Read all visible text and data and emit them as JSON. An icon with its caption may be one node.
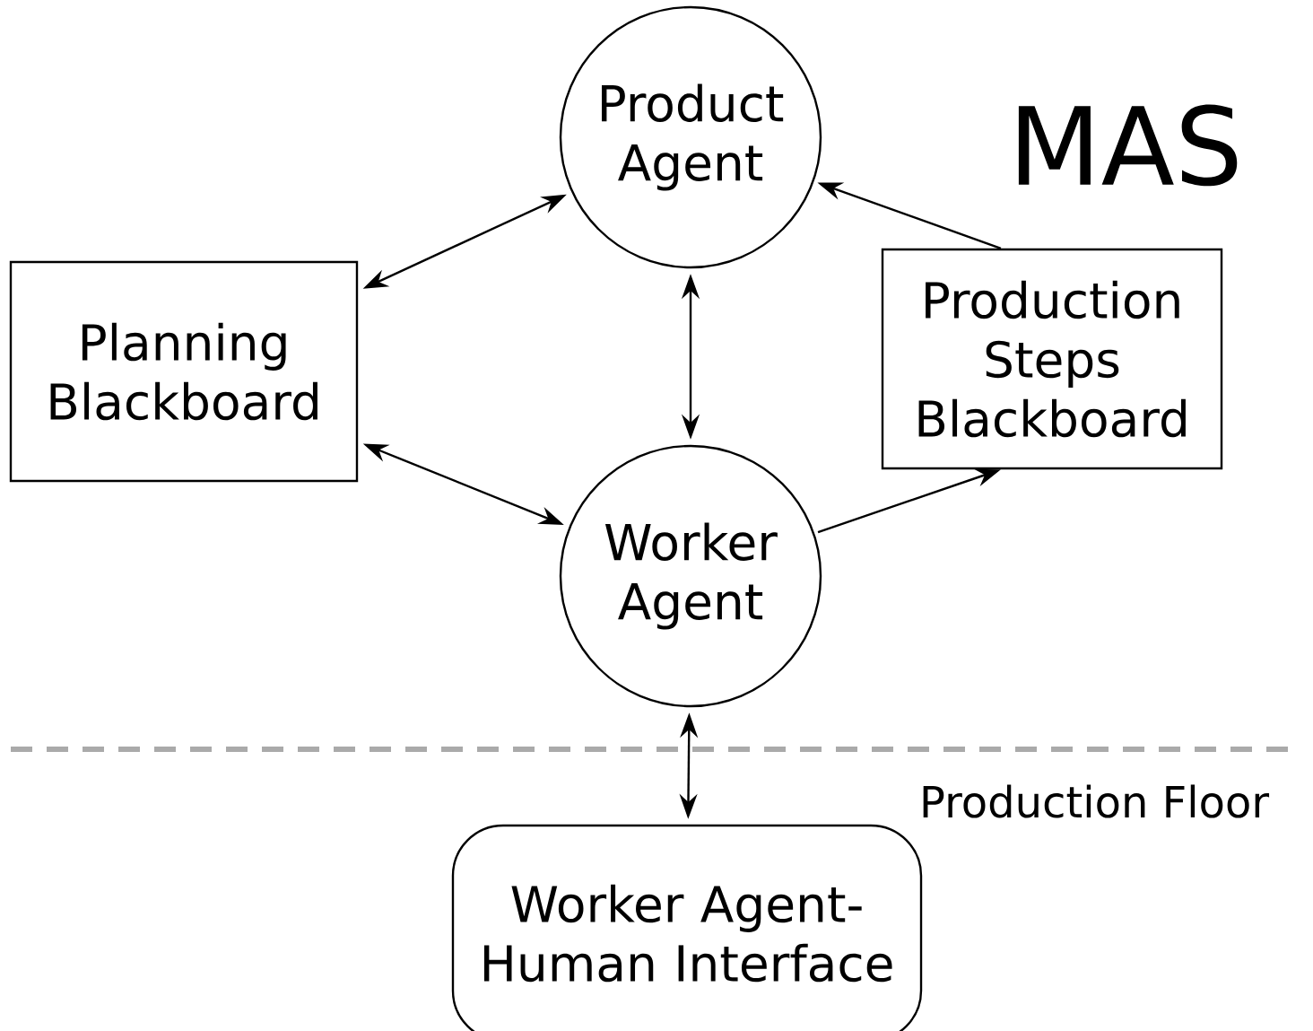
{
  "diagram": {
    "nodes": [
      {
        "text": [
          "Product Agent"
        ]
      },
      {
        "text": [
          "Planning Blackboard"
        ]
      },
      {
        "text": [
          "Production Steps Blackboard"
        ]
      },
      {
        "text": [
          "Worker Agent"
        ]
      },
      {
        "text": [
          "Worker Agent-Human Interface"
        ]
      }
    ],
    "edges": [
      {
        "from": 1,
        "to": 0,
        "arrow": "both"
      },
      {
        "from": 0,
        "to": 3,
        "arrow": "both"
      },
      {
        "from": 1,
        "to": 3,
        "arrow": "both"
      },
      {
        "from": 2,
        "to": 0,
        "arrow": "to"
      },
      {
        "from": 3,
        "to": 2,
        "arrow": "to"
      },
      {
        "from": 3,
        "to": 4,
        "arrow": "both"
      }
    ],
    "labels": [
      "MAS",
      "Production Floor"
    ]
  }
}
